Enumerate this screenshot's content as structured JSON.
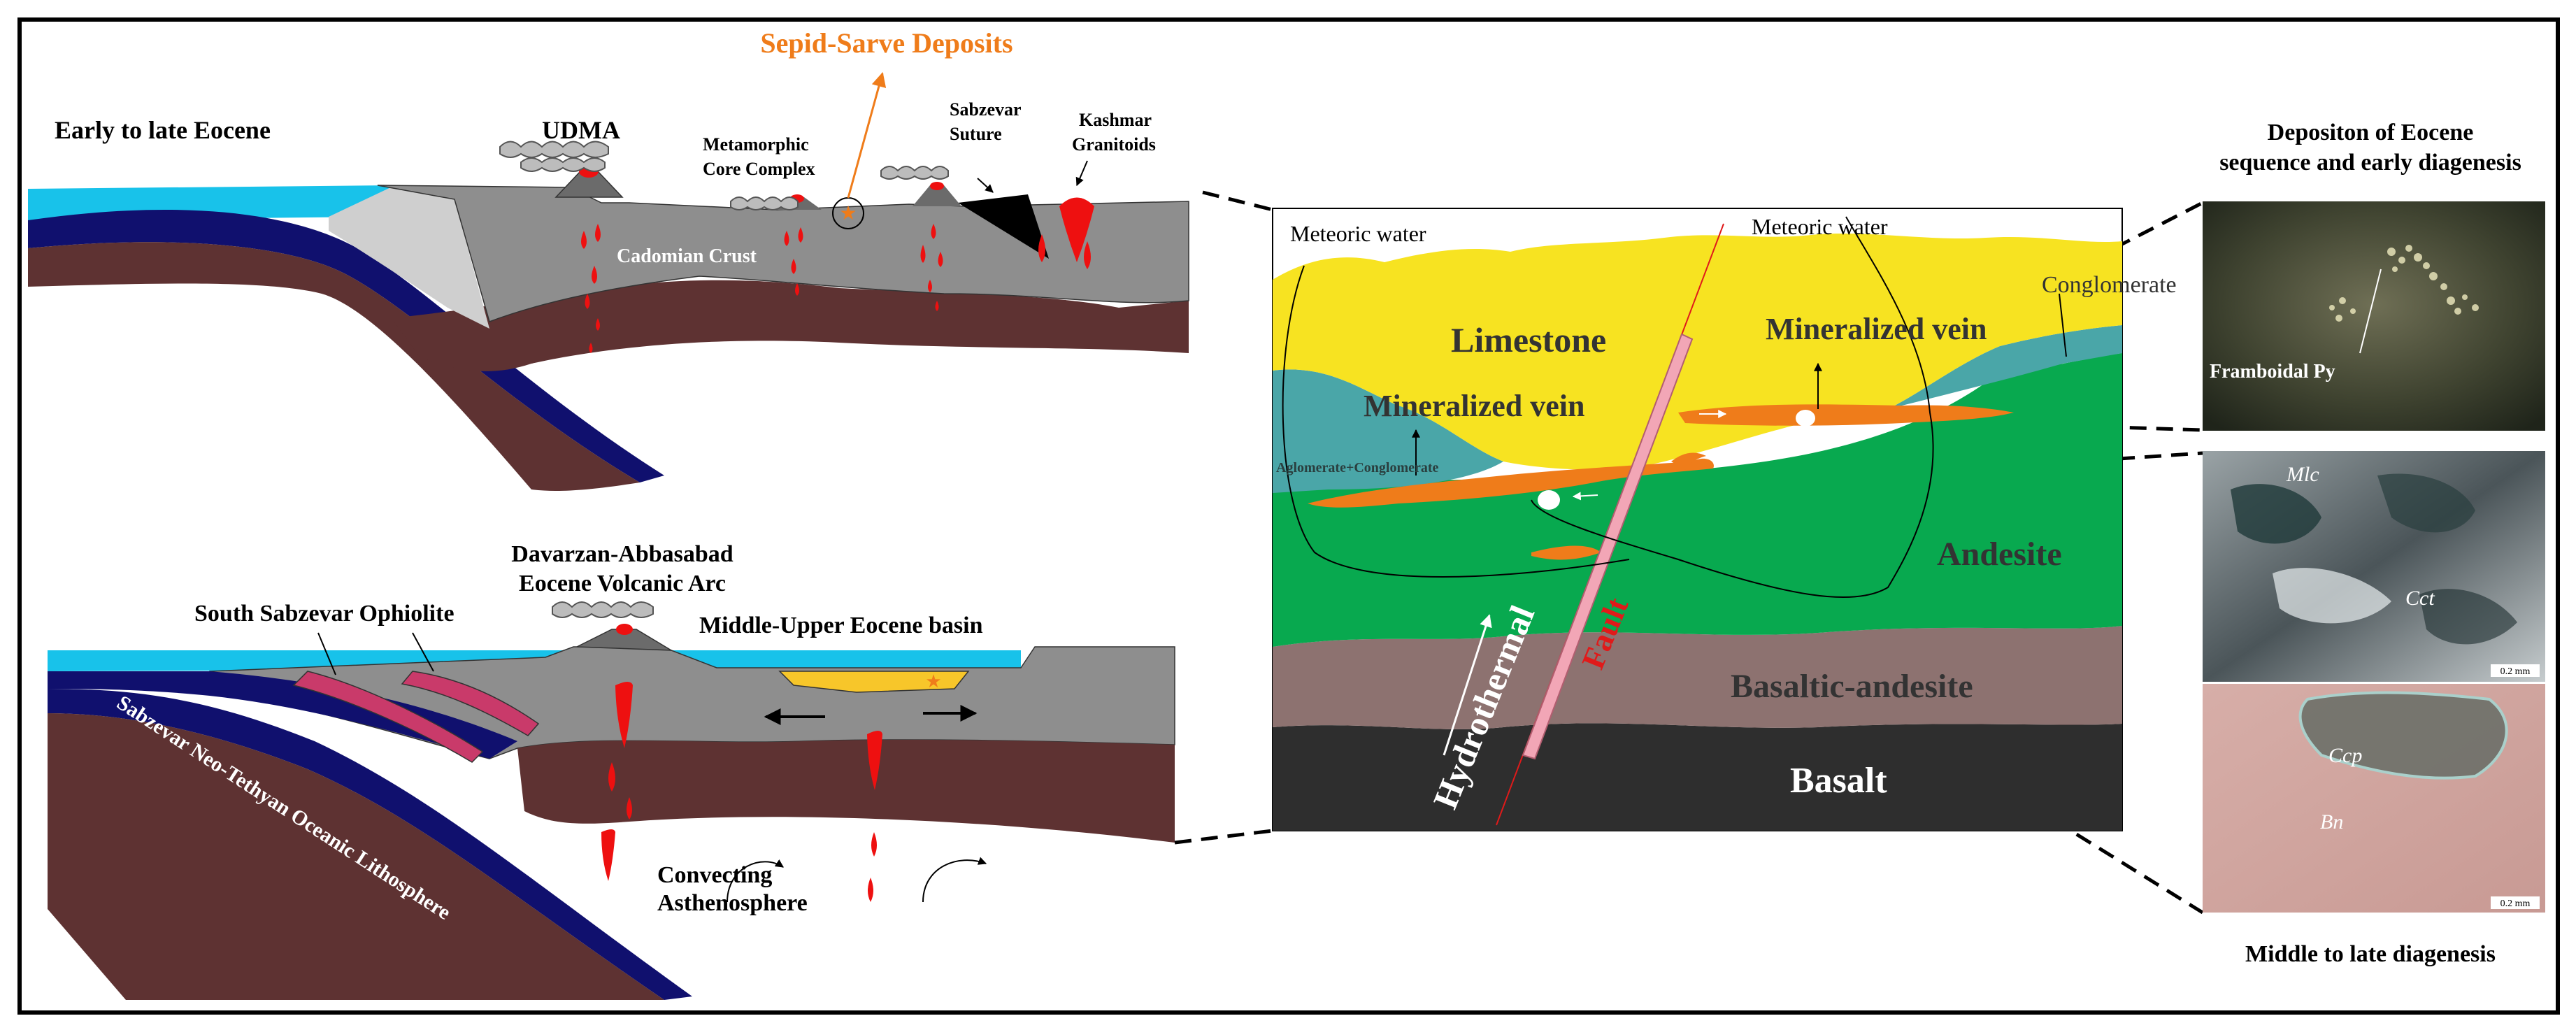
{
  "labels": {
    "sepid_sarve": "Sepid-Sarve Deposits",
    "early_late_eocene": "Early to late Eocene",
    "udma": "UDMA",
    "metamorphic_1": "Metamorphic",
    "metamorphic_2": "Core Complex",
    "sabzevar_1": "Sabzevar",
    "sabzevar_2": "Suture",
    "kashmar_1": "Kashmar",
    "kashmar_2": "Granitoids",
    "cadomian": "Cadomian Crust",
    "davarzan_1": "Davarzan-Abbasabad",
    "davarzan_2": "Eocene Volcanic Arc",
    "south_ophiolite": "South Sabzevar Ophiolite",
    "middle_basin": "Middle-Upper Eocene basin",
    "neo_tethyan": "Sabzevar Neo-Tethyan Oceanic Lithosphere",
    "convecting_1": "Convecting",
    "convecting_2": "Asthenosphere",
    "meteoric_left": "Meteoric water",
    "meteoric_right": "Meteoric water",
    "limestone": "Limestone",
    "mineralized_vein_1": "Mineralized vein",
    "mineralized_vein_2": "Mineralized vein",
    "conglomerate": "Conglomerate",
    "aglomerate": "Aglomerate+Conglomerate",
    "andesite": "Andesite",
    "basaltic_andesite": "Basaltic-andesite",
    "basalt": "Basalt",
    "hydrothermal": "Hydrothermal",
    "fault": "Fault",
    "deposition_1": "Depositon of Eocene",
    "deposition_2": "sequence and early diagenesis",
    "framboidal": "Framboidal Py",
    "mlc": "Mlc",
    "cct": "Cct",
    "scale_1": "0.2 mm",
    "ccp": "Ccp",
    "bn": "Bn",
    "scale_2": "0.2 mm",
    "middle_late": "Middle to late diagenesis"
  },
  "colors": {
    "sea": "#18c2ea",
    "crust": "#8e8e8e",
    "mantle": "#5e3232",
    "slab": "#10106e",
    "magma": "#ee1010",
    "ore": "#ef7c1a",
    "limestone": "#f7e321",
    "andesite": "#08a94f",
    "basaltic_andesite": "#8d7270",
    "basalt": "#2e2e2e",
    "aglomerate": "#4aa6a8",
    "fault": "#f2a6b6",
    "ophiolite": "#c93a6a"
  }
}
